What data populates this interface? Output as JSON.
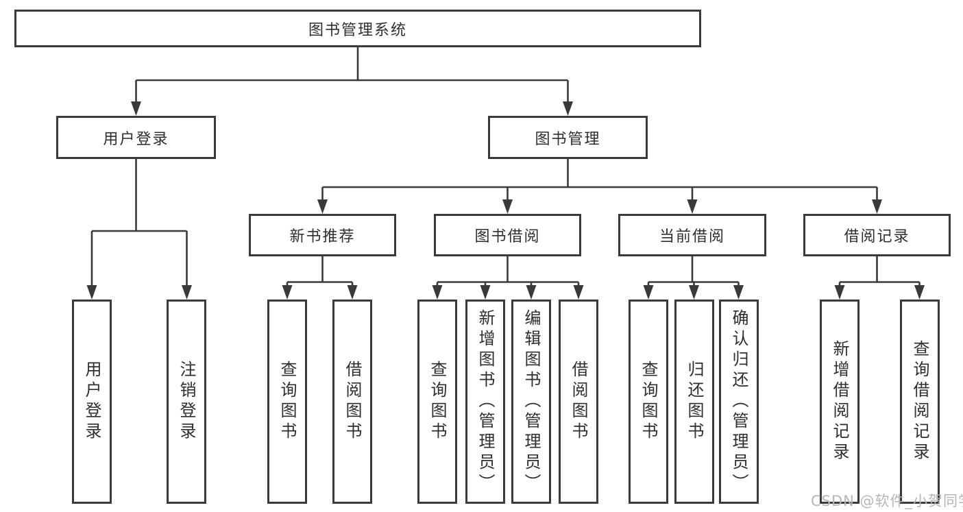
{
  "style": {
    "line_color": "#3a3a3a",
    "text_color": "#2e2e2e",
    "box_background": "#ffffff",
    "watermark_color": "#b6b6b6"
  },
  "watermark": {
    "text": "CSDN @软件_小贺同学"
  },
  "tree": {
    "root": {
      "label": "图书管理系统",
      "children": [
        {
          "label": "用户登录",
          "children": [
            {
              "label": "用户登录"
            },
            {
              "label": "注销登录"
            }
          ]
        },
        {
          "label": "图书管理",
          "children": [
            {
              "label": "新书推荐",
              "children": [
                {
                  "label": "查询图书"
                },
                {
                  "label": "借阅图书"
                }
              ]
            },
            {
              "label": "图书借阅",
              "children": [
                {
                  "label": "查询图书"
                },
                {
                  "label": "新增图书（管理员）"
                },
                {
                  "label": "编辑图书（管理员）"
                },
                {
                  "label": "借阅图书"
                }
              ]
            },
            {
              "label": "当前借阅",
              "children": [
                {
                  "label": "查询图书"
                },
                {
                  "label": "归还图书"
                },
                {
                  "label": "确认归还（管理员）"
                }
              ]
            },
            {
              "label": "借阅记录",
              "children": [
                {
                  "label": "新增借阅记录"
                },
                {
                  "label": "查询借阅记录"
                }
              ]
            }
          ]
        }
      ]
    }
  }
}
